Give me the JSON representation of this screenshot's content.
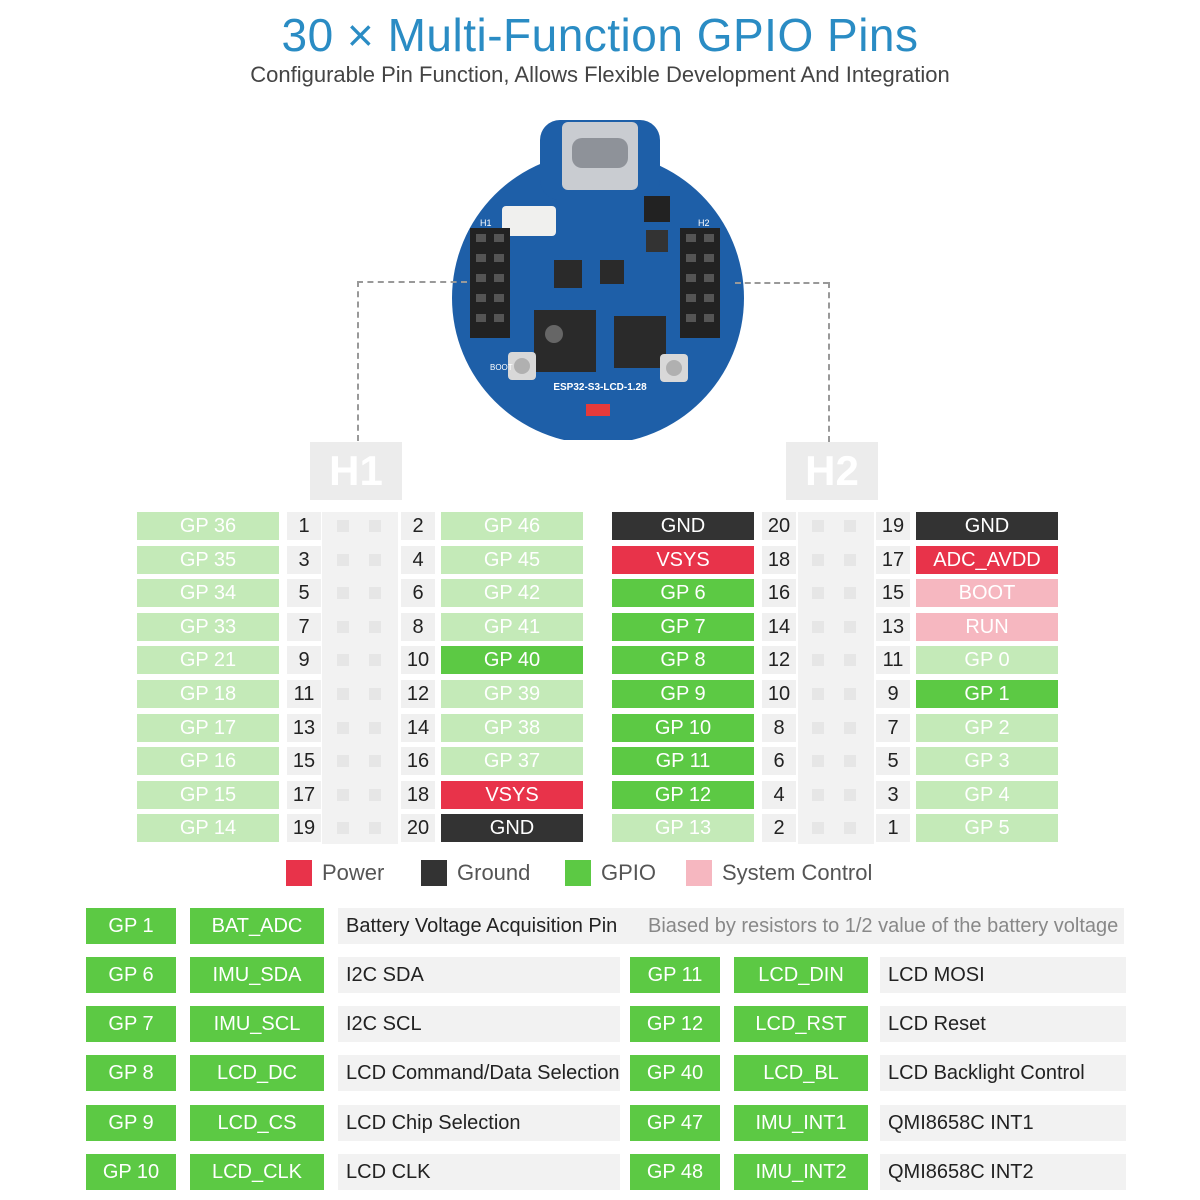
{
  "header": {
    "title": "30 × Multi-Function GPIO Pins",
    "subtitle": "Configurable Pin Function, Allows Flexible Development And Integration"
  },
  "board": {
    "label": "ESP32-S3-LCD-1.28",
    "h1_silk": "H1",
    "h2_silk": "H2",
    "boot_silk": "BOOT"
  },
  "h1": {
    "label": "H1",
    "rows": [
      {
        "left": "GP 36",
        "ln": "1",
        "rn": "2",
        "right": "GP 46",
        "lt": "light",
        "rt": "light"
      },
      {
        "left": "GP 35",
        "ln": "3",
        "rn": "4",
        "right": "GP 45",
        "lt": "light",
        "rt": "light"
      },
      {
        "left": "GP 34",
        "ln": "5",
        "rn": "6",
        "right": "GP 42",
        "lt": "light",
        "rt": "light"
      },
      {
        "left": "GP 33",
        "ln": "7",
        "rn": "8",
        "right": "GP 41",
        "lt": "light",
        "rt": "light"
      },
      {
        "left": "GP 21",
        "ln": "9",
        "rn": "10",
        "right": "GP 40",
        "lt": "light",
        "rt": "dark"
      },
      {
        "left": "GP 18",
        "ln": "11",
        "rn": "12",
        "right": "GP 39",
        "lt": "light",
        "rt": "light"
      },
      {
        "left": "GP 17",
        "ln": "13",
        "rn": "14",
        "right": "GP 38",
        "lt": "light",
        "rt": "light"
      },
      {
        "left": "GP 16",
        "ln": "15",
        "rn": "16",
        "right": "GP 37",
        "lt": "light",
        "rt": "light"
      },
      {
        "left": "GP 15",
        "ln": "17",
        "rn": "18",
        "right": "VSYS",
        "lt": "light",
        "rt": "pwr"
      },
      {
        "left": "GP 14",
        "ln": "19",
        "rn": "20",
        "right": "GND",
        "lt": "light",
        "rt": "gnd"
      }
    ]
  },
  "h2": {
    "label": "H2",
    "rows": [
      {
        "left": "GND",
        "ln": "20",
        "rn": "19",
        "right": "GND",
        "lt": "gnd",
        "rt": "gnd"
      },
      {
        "left": "VSYS",
        "ln": "18",
        "rn": "17",
        "right": "ADC_AVDD",
        "lt": "pwr",
        "rt": "pwr"
      },
      {
        "left": "GP 6",
        "ln": "16",
        "rn": "15",
        "right": "BOOT",
        "lt": "dark",
        "rt": "sys"
      },
      {
        "left": "GP 7",
        "ln": "14",
        "rn": "13",
        "right": "RUN",
        "lt": "dark",
        "rt": "sys"
      },
      {
        "left": "GP 8",
        "ln": "12",
        "rn": "11",
        "right": "GP 0",
        "lt": "dark",
        "rt": "light"
      },
      {
        "left": "GP 9",
        "ln": "10",
        "rn": "9",
        "right": "GP 1",
        "lt": "dark",
        "rt": "dark"
      },
      {
        "left": "GP 10",
        "ln": "8",
        "rn": "7",
        "right": "GP 2",
        "lt": "dark",
        "rt": "light"
      },
      {
        "left": "GP 11",
        "ln": "6",
        "rn": "5",
        "right": "GP 3",
        "lt": "dark",
        "rt": "light"
      },
      {
        "left": "GP 12",
        "ln": "4",
        "rn": "3",
        "right": "GP 4",
        "lt": "dark",
        "rt": "light"
      },
      {
        "left": "GP 13",
        "ln": "2",
        "rn": "1",
        "right": "GP 5",
        "lt": "light",
        "rt": "light"
      }
    ]
  },
  "legend": [
    {
      "label": "Power",
      "color": "#e8334a"
    },
    {
      "label": "Ground",
      "color": "#333333"
    },
    {
      "label": "GPIO",
      "color": "#5cc944"
    },
    {
      "label": "System Control",
      "color": "#f6b7c0"
    }
  ],
  "functions": {
    "first_row": {
      "pin": "GP 1",
      "func": "BAT_ADC",
      "desc": "Battery Voltage Acquisition Pin",
      "note": "Biased by resistors to 1/2 value of the battery voltage"
    },
    "left": [
      {
        "pin": "GP 6",
        "func": "IMU_SDA",
        "desc": "I2C SDA"
      },
      {
        "pin": "GP 7",
        "func": "IMU_SCL",
        "desc": "I2C SCL"
      },
      {
        "pin": "GP 8",
        "func": "LCD_DC",
        "desc": "LCD Command/Data Selection"
      },
      {
        "pin": "GP 9",
        "func": "LCD_CS",
        "desc": "LCD Chip Selection"
      },
      {
        "pin": "GP 10",
        "func": "LCD_CLK",
        "desc": "LCD CLK"
      }
    ],
    "right": [
      {
        "pin": "GP 11",
        "func": "LCD_DIN",
        "desc": "LCD MOSI"
      },
      {
        "pin": "GP 12",
        "func": "LCD_RST",
        "desc": "LCD Reset"
      },
      {
        "pin": "GP 40",
        "func": "LCD_BL",
        "desc": "LCD Backlight Control"
      },
      {
        "pin": "GP 47",
        "func": "IMU_INT1",
        "desc": "QMI8658C INT1"
      },
      {
        "pin": "GP 48",
        "func": "IMU_INT2",
        "desc": "QMI8658C INT2"
      }
    ]
  }
}
